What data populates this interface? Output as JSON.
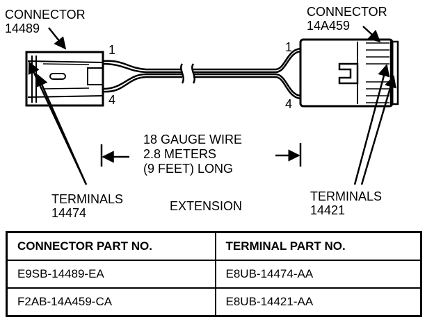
{
  "left_connector": {
    "label": "CONNECTOR",
    "part": "14489",
    "pin_top": "1",
    "pin_bottom": "4"
  },
  "right_connector": {
    "label": "CONNECTOR",
    "part": "14A459",
    "pin_top": "1",
    "pin_bottom": "4"
  },
  "wire": {
    "line1": "18 GAUGE WIRE",
    "line2": "2.8 METERS",
    "line3": "(9 FEET) LONG"
  },
  "left_terminals": {
    "label": "TERMINALS",
    "part": "14474"
  },
  "right_terminals": {
    "label": "TERMINALS",
    "part": "14421"
  },
  "caption": "EXTENSION",
  "table": {
    "headers": [
      "CONNECTOR PART NO.",
      "TERMINAL PART NO."
    ],
    "rows": [
      [
        "E9SB-14489-EA",
        "E8UB-14474-AA"
      ],
      [
        "F2AB-14A459-CA",
        "E8UB-14421-AA"
      ]
    ]
  }
}
